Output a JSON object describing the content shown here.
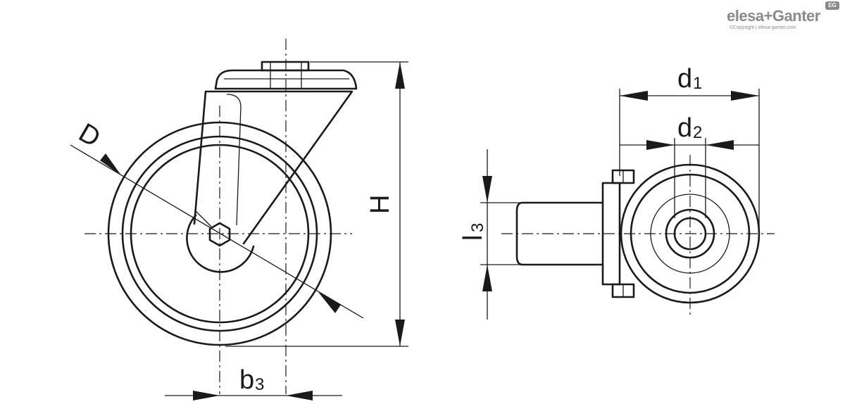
{
  "brand": {
    "name": "elesa+Ganter",
    "copyright": "©Copyright | elesa-ganter.com",
    "badge": "EG",
    "color": "#8a8a8a"
  },
  "labels": {
    "D": "D",
    "H": "H",
    "b3_main": "b",
    "b3_sub": "3",
    "d1_main": "d",
    "d1_sub": "1",
    "d2_main": "d",
    "d2_sub": "2",
    "l3_main": "l",
    "l3_sub": "3"
  },
  "colors": {
    "line": "#1a1a1a",
    "background": "#ffffff"
  }
}
